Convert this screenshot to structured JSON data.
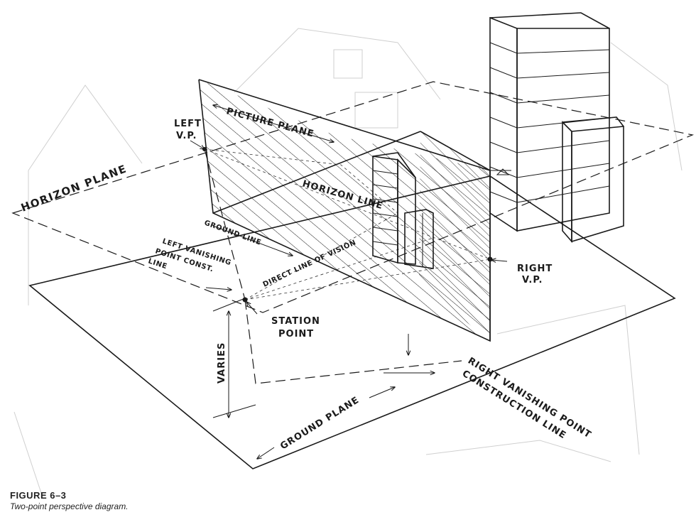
{
  "labels": {
    "picture_plane": "PICTURE PLANE",
    "left_vp_1": "LEFT",
    "left_vp_2": "V.P.",
    "horizon_plane": "HORIZON PLANE",
    "horizon_line": "HORIZON LINE",
    "ground_line": "GROUND LINE",
    "left_vp_const_1": "LEFT VANISHING",
    "left_vp_const_2": "POINT CONST.",
    "left_vp_const_3": "LINE",
    "direct_line": "DIRECT LINE OF VISION",
    "right_vp_1": "RIGHT",
    "right_vp_2": "V.P.",
    "station_point_1": "STATION",
    "station_point_2": "POINT",
    "varies": "VARIES",
    "ground_plane": "GROUND PLANE",
    "right_vp_const_1": "RIGHT VANISHING POINT",
    "right_vp_const_2": "CONSTRUCTION LINE"
  },
  "caption": {
    "title": "FIGURE 6–3",
    "text": "Two-point perspective diagram."
  }
}
